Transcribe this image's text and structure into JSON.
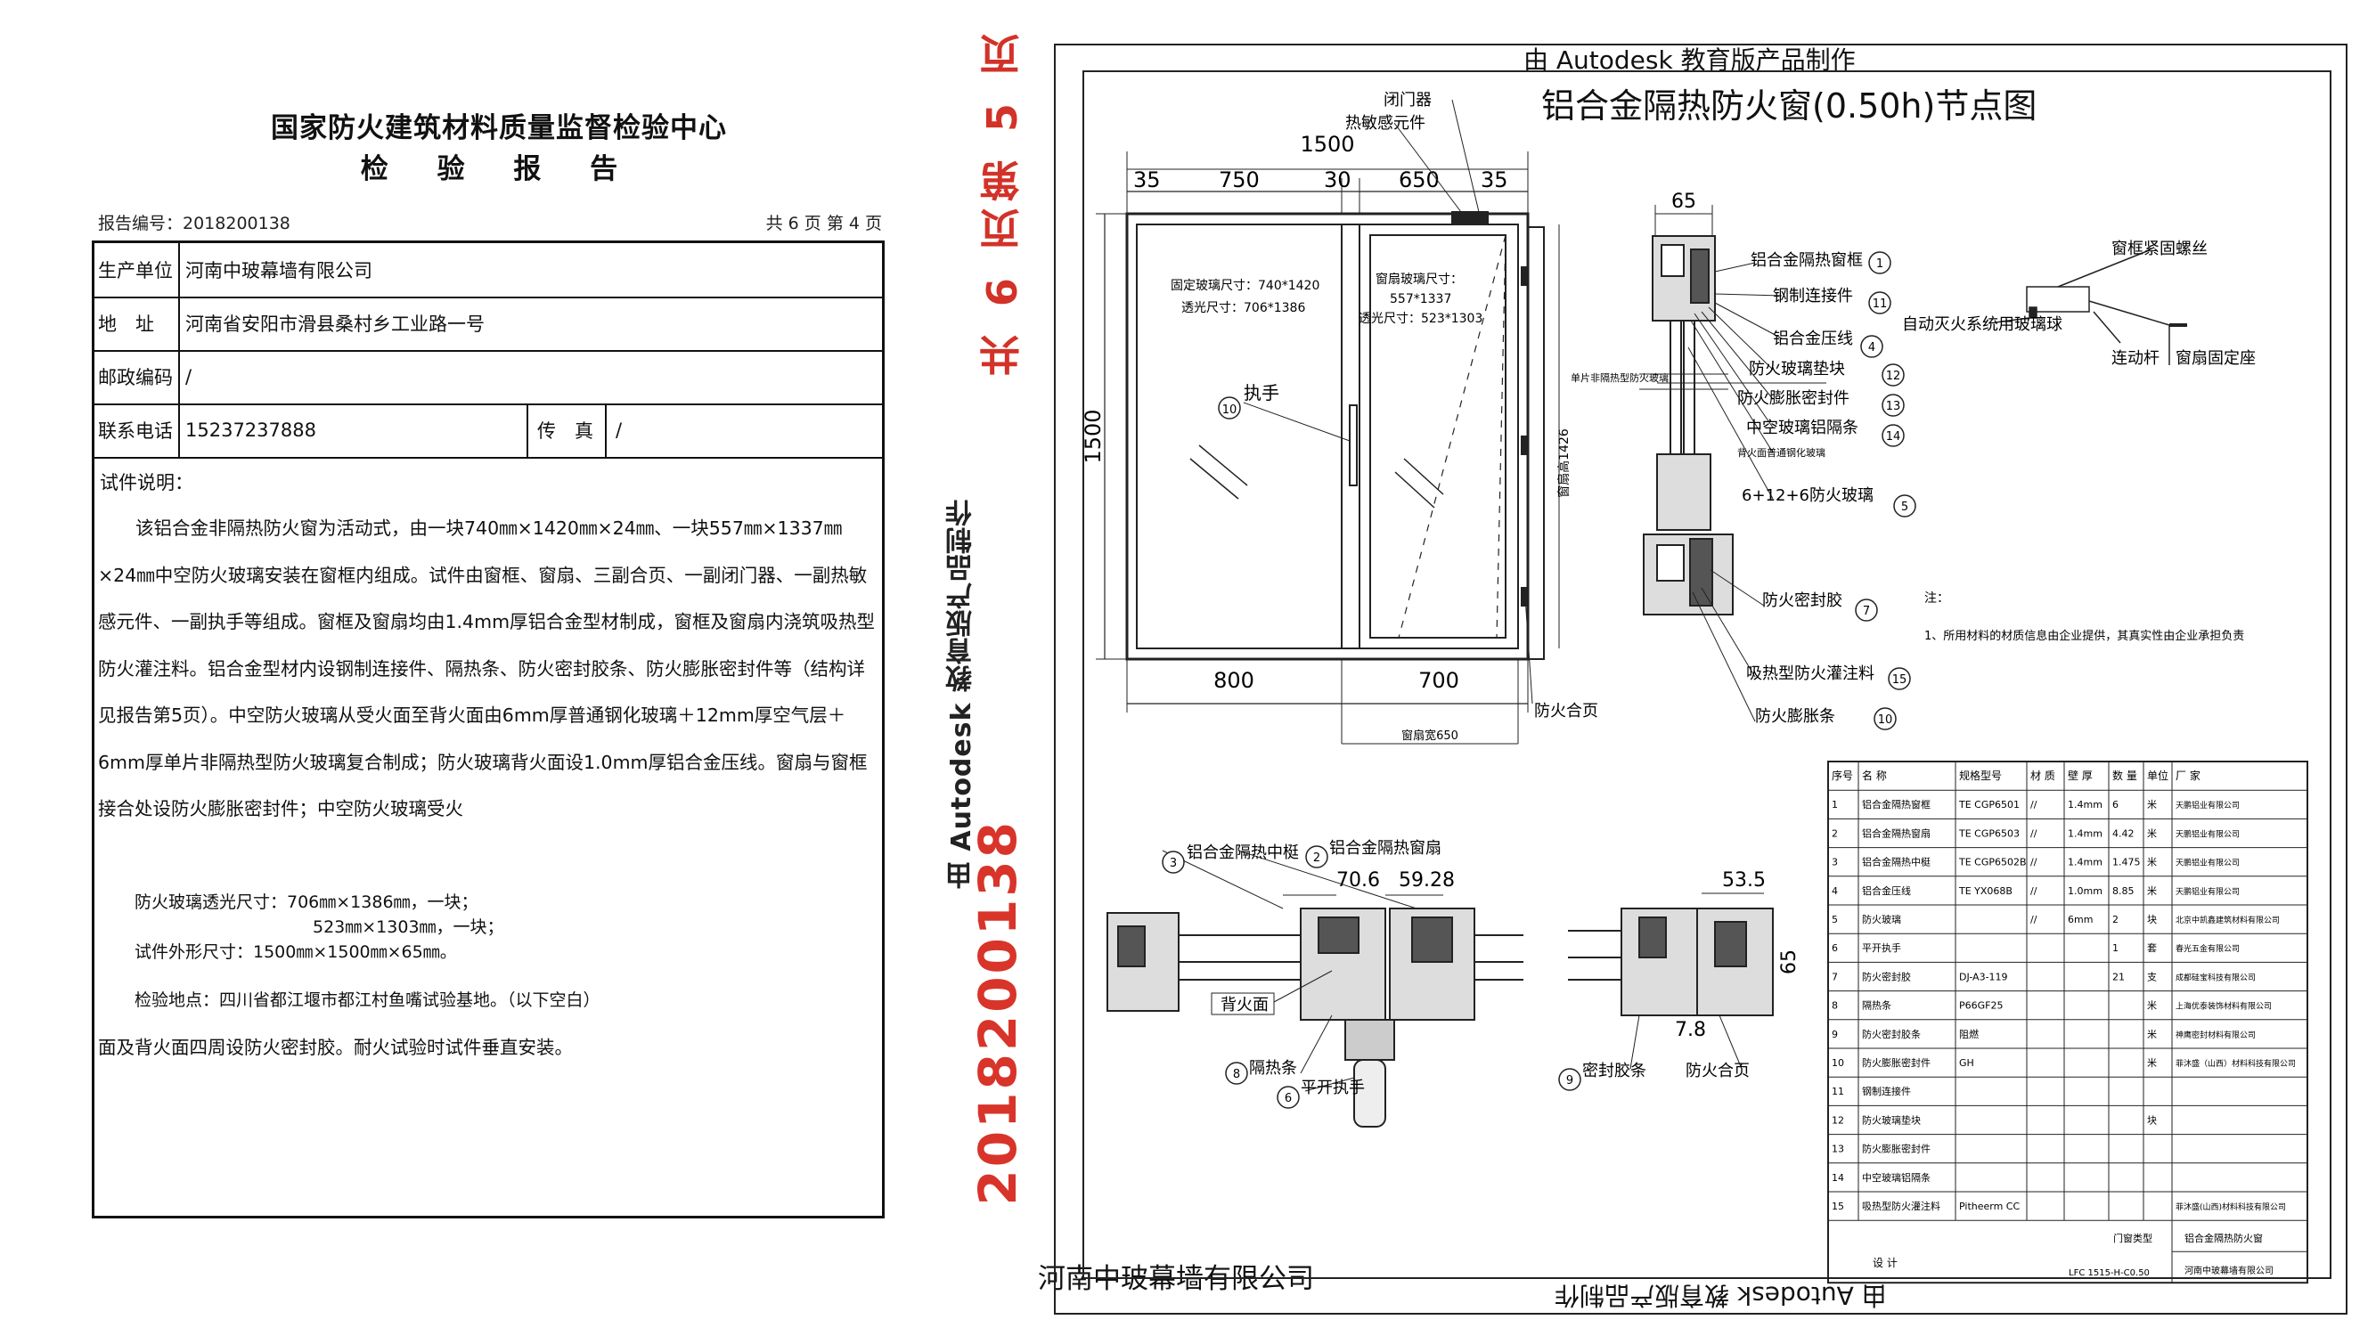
{
  "report": {
    "org_title": "国家防火建筑材料质量监督检验中心",
    "doc_title": "检 验 报 告",
    "report_no": "报告编号：2018200138",
    "page_info": "共 6 页 第 4 页",
    "rows": {
      "producer_label": "生产单位",
      "producer_value": "河南中玻幕墙有限公司",
      "address_label": "地　址",
      "address_value": "河南省安阳市滑县桑村乡工业路一号",
      "postcode_label": "邮政编码",
      "postcode_value": "/",
      "phone_label": "联系电话",
      "phone_value": "15237237888",
      "fax_label": "传　真",
      "fax_value": "/"
    },
    "desc_label": "试件说明：",
    "desc_p1": "该铝合金非隔热防火窗为活动式，由一块740㎜×1420㎜×24㎜、一块557㎜×1337㎜×24㎜中空防火玻璃安装在窗框内组成。试件由窗框、窗扇、三副合页、一副闭门器、一副热敏感元件、一副执手等组成。窗框及窗扇均由1.4mm厚铝合金型材制成，窗框及窗扇内浇筑吸热型防火灌注料。铝合金型材内设钢制连接件、隔热条、防火密封胶条、防火膨胀密封件等（结构详见报告第5页）。中空防火玻璃从受火面至背火面由6mm厚普通钢化玻璃＋12mm厚空气层＋6mm厚单片非隔热型防火玻璃复合制成；防火玻璃背火面设1.0mm厚铝合金压线。窗扇与窗框接合处设防火膨胀密封件；中空防火玻璃受火",
    "desc_p2": "面及背火面四周设防火密封胶。耐火试验时试件垂直安装。",
    "dims_l1": "防火玻璃透光尺寸：706㎜×1386㎜，一块；",
    "dims_l2": "523㎜×1303㎜，一块；",
    "dims_l3": "试件外形尺寸：1500㎜×1500㎜×65㎜。",
    "test_site": "检验地点：四川省都江堰市都江村鱼嘴试验基地。（以下空白）"
  },
  "drawing": {
    "autodesk_top": "由 Autodesk 教育版产品制作",
    "autodesk_side": "由 Autodesk 教育版产品制作",
    "autodesk_bottom": "由 Autodesk 教育版产品制作",
    "title": "铝合金隔热防火窗(0.50h)节点图",
    "red_page": "共 6 页第 5 页",
    "red_number": "2018200138",
    "company": "河南中玻幕墙有限公司",
    "labels": {
      "closer": "闭门器",
      "sensor": "热敏感元件",
      "d1500": "1500",
      "d35a": "35",
      "d750": "750",
      "d30": "30",
      "d650": "650",
      "d35b": "35",
      "d65": "65",
      "fixed_glass": "固定玻璃尺寸：740*1420",
      "fixed_light": "透光尺寸：706*1386",
      "sash_glass": "窗扇玻璃尺寸：",
      "sash_glass_v": "557*1337",
      "sash_light": "透光尺寸：523*1303",
      "handle": "执手",
      "d1500v": "1500",
      "sash_h": "窗扇高1426",
      "d800": "800",
      "d700": "700",
      "sash_w": "窗扇宽650",
      "hinge": "防火合页",
      "n1": "铝合金隔热窗框",
      "n2": "钢制连接件",
      "n3": "铝合金压线",
      "n4": "防火玻璃垫块",
      "n5": "防火膨胀密封件",
      "n6": "中空玻璃铝隔条",
      "n6b": "背火面普通钢化玻璃",
      "n7": "6+12+6防火玻璃",
      "n8": "防火密封胶",
      "n9": "吸热型防火灌注料",
      "n10": "防火膨胀条",
      "single_glass": "单片非隔热型防火玻璃",
      "screw": "窗框紧固螺丝",
      "auto_sys": "自动灭火系统用玻璃球",
      "link": "连动杆",
      "base": "窗扇固定座",
      "note_h": "注：",
      "note": "1、所用材料的材质信息由企业提供，其真实性由企业承担负责",
      "mullion": "铝合金隔热中梃",
      "sash": "铝合金隔热窗扇",
      "d706": "70.6",
      "d5928": "59.28",
      "back_face": "背火面",
      "insul": "隔热条",
      "flat_handle": "平开执手",
      "d535": "53.5",
      "d65b": "65",
      "d78": "7.8",
      "sealant": "密封胶条",
      "hinge2": "防火合页",
      "c3": "3",
      "c2": "2",
      "c8": "8",
      "c6": "6",
      "c9": "9",
      "c10": "10",
      "c11": "11",
      "c12": "12",
      "c13": "13",
      "c14": "14",
      "c4": "4",
      "c5": "5",
      "c7": "7",
      "c15": "15",
      "c1": "1"
    },
    "table": {
      "headers": [
        "序号",
        "名 称",
        "规格型号",
        "材 质",
        "壁 厚",
        "数 量",
        "单位",
        "厂 家"
      ],
      "rows": [
        [
          "1",
          "铝合金隔热窗框",
          "TE CGP6501",
          "//",
          "1.4mm",
          "6",
          "米",
          "天鹏铝业有限公司"
        ],
        [
          "2",
          "铝合金隔热窗扇",
          "TE CGP6503",
          "//",
          "1.4mm",
          "4.42",
          "米",
          "天鹏铝业有限公司"
        ],
        [
          "3",
          "铝合金隔热中梃",
          "TE CGP6502B",
          "//",
          "1.4mm",
          "1.475",
          "米",
          "天鹏铝业有限公司"
        ],
        [
          "4",
          "铝合金压线",
          "TE YX068B",
          "//",
          "1.0mm",
          "8.85",
          "米",
          "天鹏铝业有限公司"
        ],
        [
          "5",
          "防火玻璃",
          "",
          "//",
          "6mm",
          "2",
          "块",
          "北京中凯鑫建筑材料有限公司"
        ],
        [
          "6",
          "平开执手",
          "",
          "",
          "",
          "1",
          "套",
          "春光五金有限公司"
        ],
        [
          "7",
          "防火密封胶",
          "DJ-A3-119",
          "",
          "",
          "21",
          "支",
          "成都硅宝科技有限公司"
        ],
        [
          "8",
          "隔热条",
          "P66GF25",
          "",
          "",
          "",
          "米",
          "上海优泰装饰材料有限公司"
        ],
        [
          "9",
          "防火密封胶条",
          "阻燃",
          "",
          "",
          "",
          "米",
          "神鹰密封材料有限公司"
        ],
        [
          "10",
          "防火膨胀密封件",
          "GH",
          "",
          "",
          "",
          "米",
          "菲沐盛（山西）材料科技有限公司"
        ],
        [
          "11",
          "钢制连接件",
          "",
          "",
          "",
          "",
          "",
          ""
        ],
        [
          "12",
          "防火玻璃垫块",
          "",
          "",
          "",
          "",
          "块",
          ""
        ],
        [
          "13",
          "防火膨胀密封件",
          "",
          "",
          "",
          "",
          "",
          ""
        ],
        [
          "14",
          "中空玻璃铝隔条",
          "",
          "",
          "",
          "",
          "",
          ""
        ],
        [
          "15",
          "吸热型防火灌注料",
          "Pitheerm CC",
          "",
          "",
          "",
          "",
          "菲沐盛(山西)材料科技有限公司"
        ]
      ],
      "footer_type_label": "门窗类型",
      "footer_type_value": "铝合金隔热防火窗",
      "footer_design": "设 计",
      "footer_code": "LFC 1515-H-C0.50",
      "footer_company": "河南中玻幕墙有限公司"
    }
  }
}
